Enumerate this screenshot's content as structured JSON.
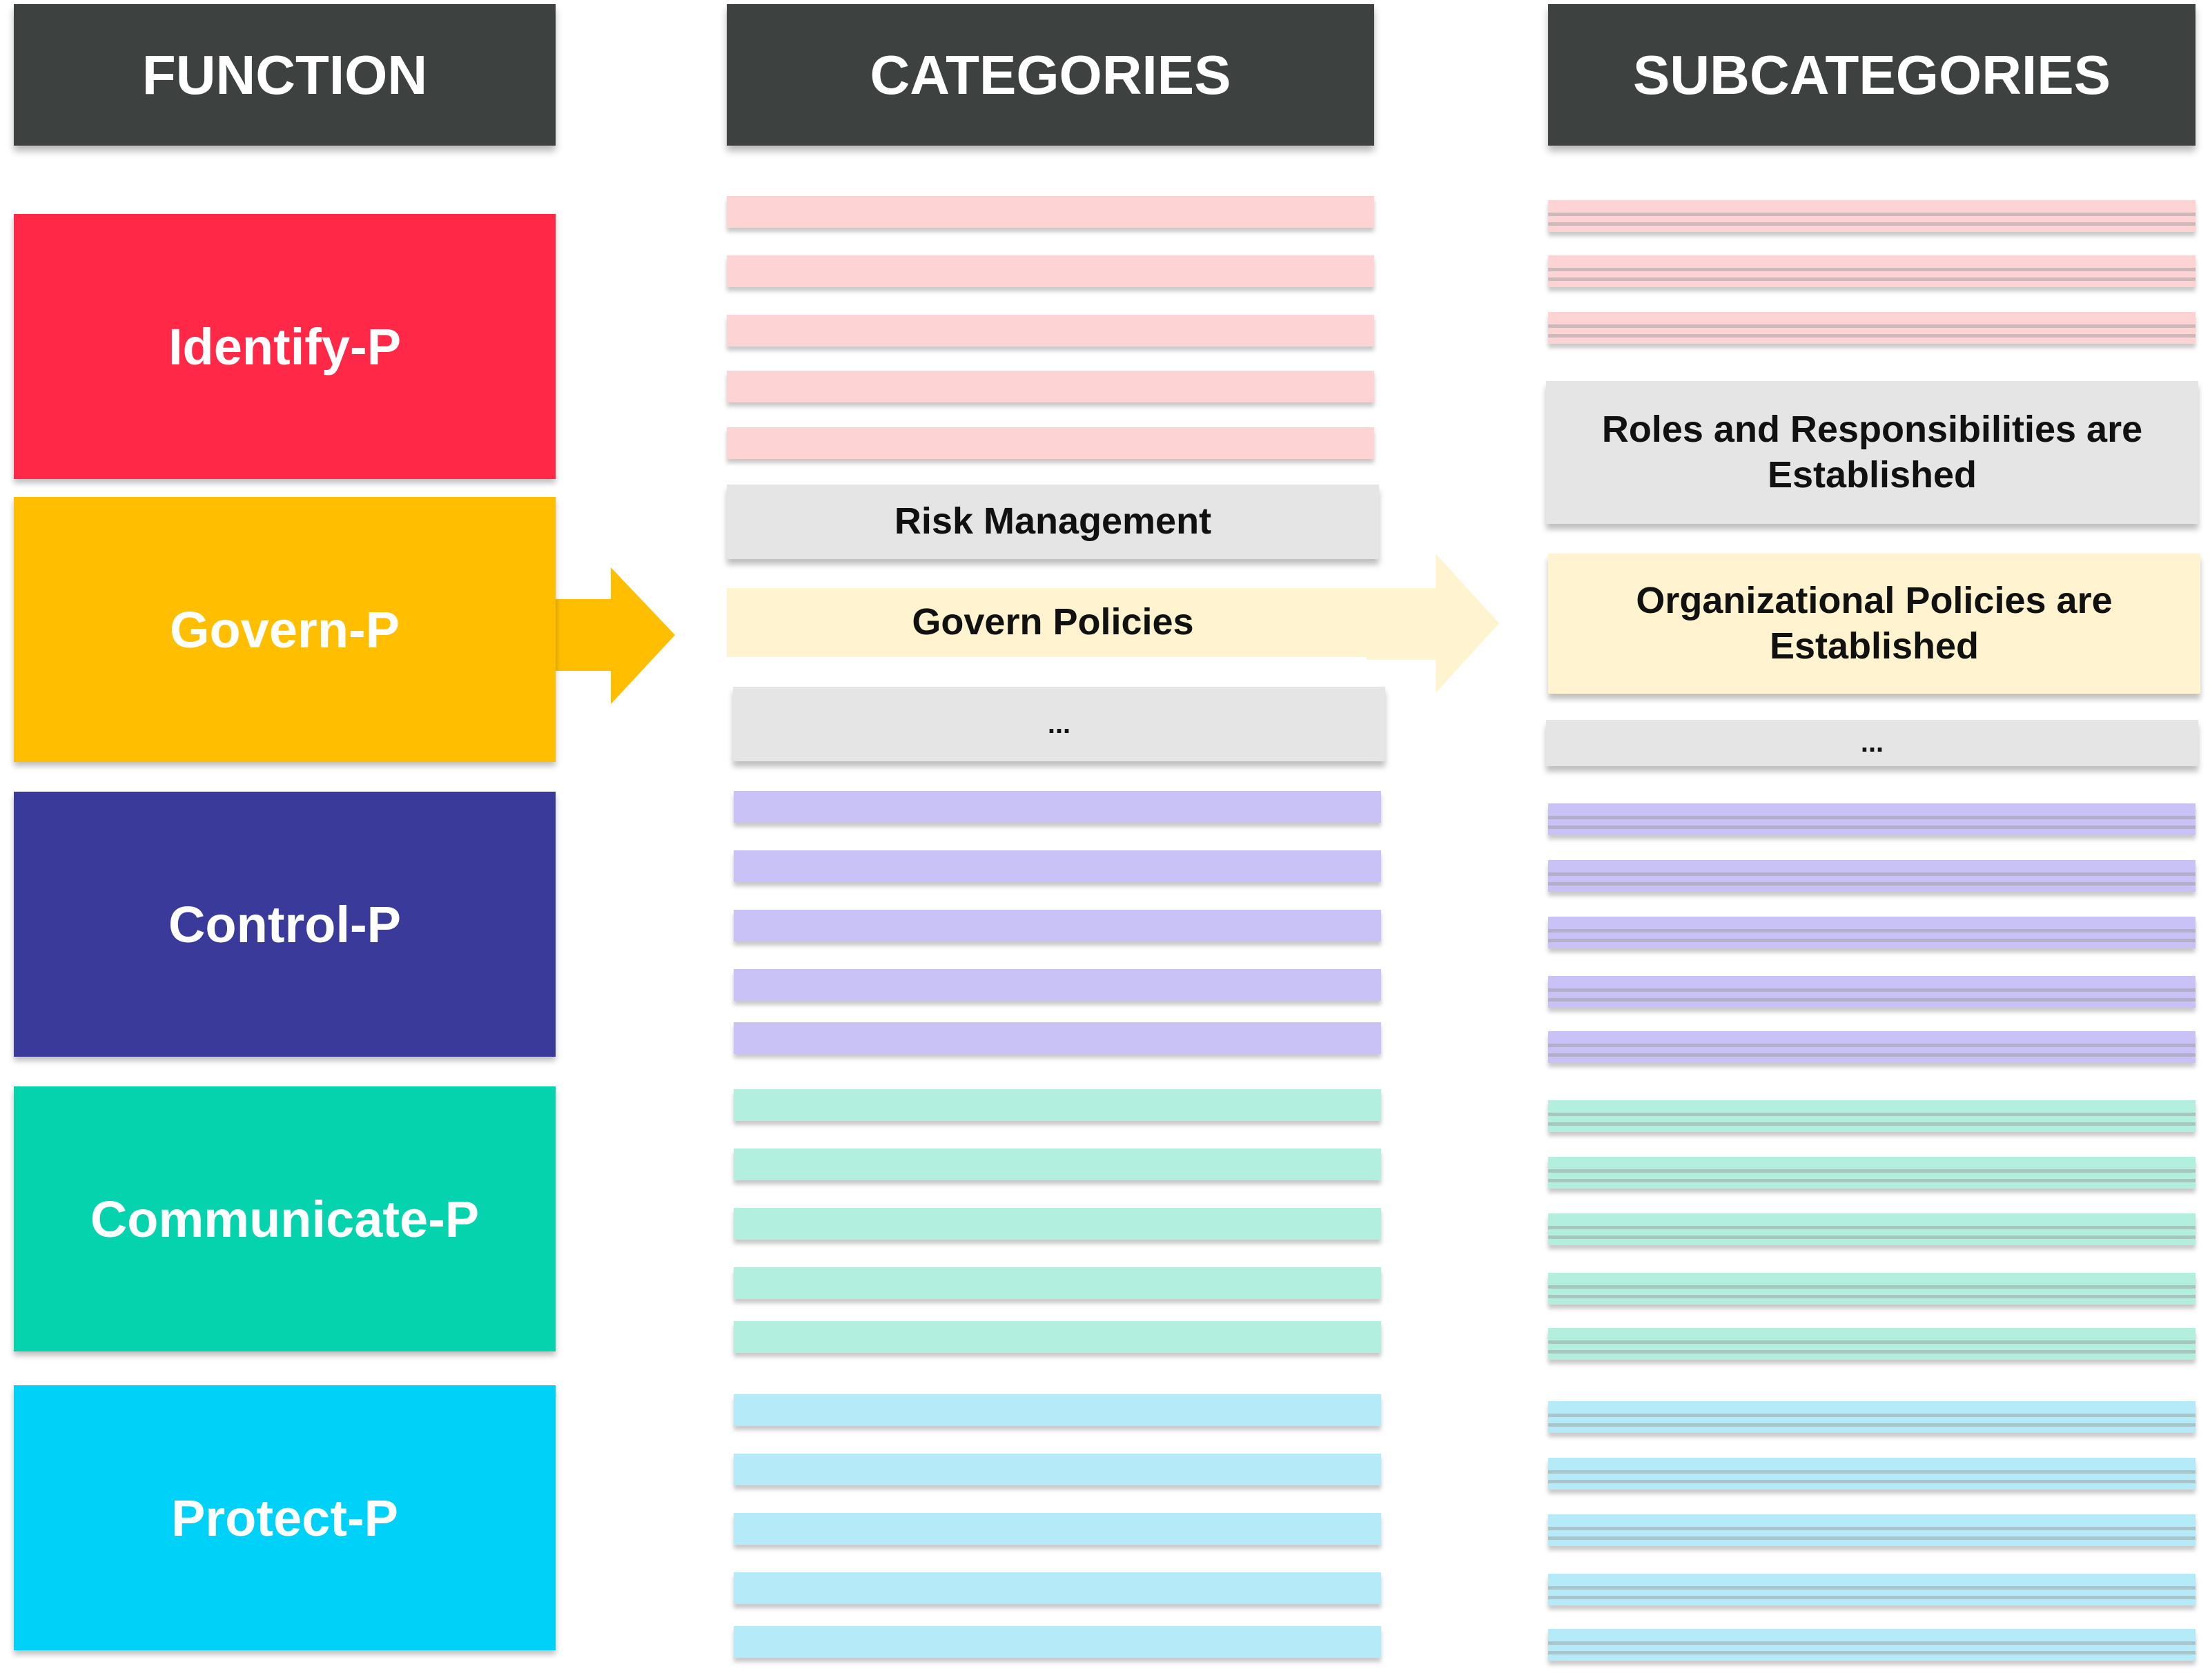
{
  "headers": {
    "function": "FUNCTION",
    "categories": "CATEGORIES",
    "subcategories": "SUBCATEGORIES"
  },
  "functions": {
    "identify": "Identify-P",
    "govern": "Govern-P",
    "control": "Control-P",
    "communicate": "Communicate-P",
    "protect": "Protect-P"
  },
  "categories": {
    "risk_management": "Risk Management",
    "govern_policies": "Govern Policies",
    "ellipsis": "..."
  },
  "subcategories": {
    "roles_line1": "Roles and Responsibilities are",
    "roles_line2": "Established",
    "policies_line1": "Organizational Policies are",
    "policies_line2": "Established",
    "ellipsis": "..."
  },
  "colors": {
    "header": "#3d4241",
    "identify": "#ff2846",
    "govern": "#ffbe00",
    "control": "#3a3a9b",
    "communicate": "#04d3ae",
    "protect": "#00d1f8",
    "identify_light": "#fdd3d3",
    "govern_light": "#fff4cf",
    "control_light": "#c8c2f7",
    "communicate_light": "#b3efdf",
    "protect_light": "#b5ebf8",
    "neutral_card": "#e5e5e5"
  }
}
